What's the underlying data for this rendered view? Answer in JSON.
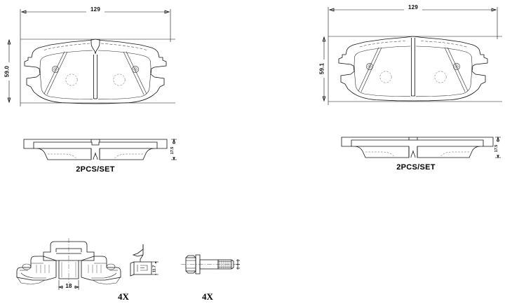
{
  "drawing": {
    "type": "brake-pad-set-technical-drawing",
    "units": "mm",
    "views": [
      {
        "id": "front-pad-left",
        "name": "Front brake pad face view (left)",
        "dimensions": {
          "width": "129",
          "height": "59.0"
        },
        "has_top_notch": true
      },
      {
        "id": "front-pad-right",
        "name": "Front brake pad face view (right)",
        "dimensions": {
          "width": "129",
          "height": "59.1"
        },
        "has_top_notch": false
      }
    ],
    "sections": [
      {
        "id": "section-left",
        "name": "Side section view (left)",
        "thickness": "17.5",
        "quantity_label": "2PCS/SET"
      },
      {
        "id": "section-right",
        "name": "Side section view (right)",
        "thickness": "17.5",
        "quantity_label": "2PCS/SET"
      }
    ],
    "accessories": [
      {
        "id": "spring-clip",
        "name": "Retaining spring clip / abutment hardware",
        "dimension": "18",
        "quantity": "4X"
      },
      {
        "id": "wear-sensor-clip",
        "name": "Wear indicator retaining clip",
        "dimension": "11.7",
        "quantity": ""
      },
      {
        "id": "hex-flange-bolt",
        "name": "Hex flange guide bolt",
        "dimension": "",
        "quantity": "4X"
      }
    ]
  },
  "colors": {
    "line": "#111111",
    "hidden_line": "#3a3a3a",
    "background": "#ffffff"
  }
}
